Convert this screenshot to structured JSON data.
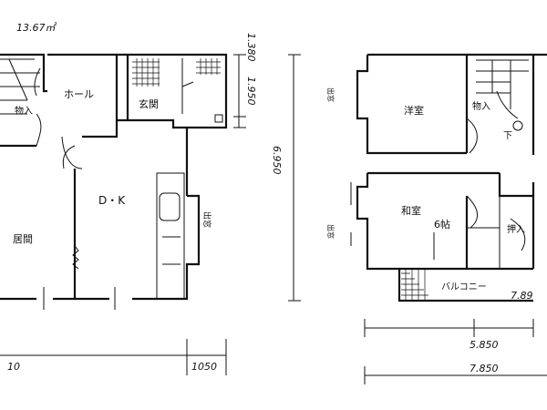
{
  "left_floor": {
    "area": "13.67㎡",
    "rooms": {
      "hall": "ホール",
      "entrance": "玄関",
      "closet": "物入",
      "dk": "D・K",
      "living": "居間",
      "bay_window": "出窓"
    },
    "dims": {
      "d1": "1.380",
      "d2": "1.950",
      "d3": "6.950",
      "d4": "1050",
      "d5": "10"
    }
  },
  "right_floor": {
    "rooms": {
      "western": "洋室",
      "closet_top": "物入",
      "down": "下",
      "japanese": "和室",
      "mats": "6帖",
      "closet_right": "押入",
      "balcony": "バルコニー",
      "bay_left_top": "出窓",
      "bay_left_bottom": "出窓"
    },
    "dims": {
      "area": "7.89",
      "d1": "5.850",
      "d2": "7.850"
    }
  },
  "colors": {
    "line": "#111111",
    "background": "#ffffff"
  }
}
